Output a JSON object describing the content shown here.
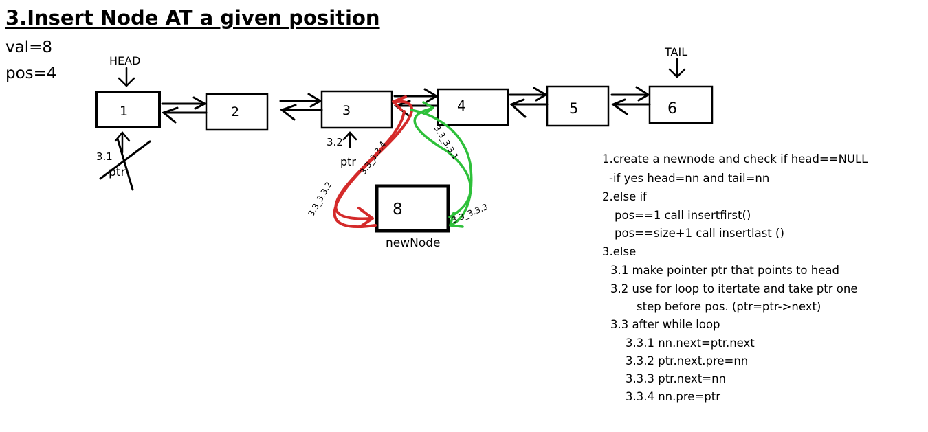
{
  "title": "3.Insert Node AT a given position",
  "inputs": {
    "val": "val=8",
    "pos": "pos=4"
  },
  "labels": {
    "head": "HEAD",
    "tail": "TAIL",
    "ptr_first": "ptr",
    "ptr_second": "ptr",
    "new_node": "newNode"
  },
  "nodes": [
    "1",
    "2",
    "3",
    "4",
    "5",
    "6"
  ],
  "new_node_value": "8",
  "step_marks": {
    "s31": "3.1",
    "s32": "3.2",
    "s331": "3.3_3.3.1",
    "s332": "3.3_3.3.2",
    "s333": "3.3_3.3.3",
    "s334": "3.3_3.3.4"
  },
  "steps": [
    "1.create a newnode and check if head==NULL",
    "-if yes head=nn and tail=nn",
    "2.else if",
    "pos==1    call insertfirst()",
    "pos==size+1    call insertlast ()",
    "3.else",
    "3.1 make pointer ptr that points to head",
    "3.2 use for loop to itertate and take ptr one",
    "step before pos. (ptr=ptr->next)",
    "3.3 after while loop",
    "3.3.1 nn.next=ptr.next",
    "3.3.2 ptr.next.pre=nn",
    "3.3.3 ptr.next=nn",
    "3.3.4 nn.pre=ptr"
  ],
  "colors": {
    "red_arrow": "#d42a2a",
    "green_arrow": "#2ec03a",
    "ink": "#000000"
  }
}
